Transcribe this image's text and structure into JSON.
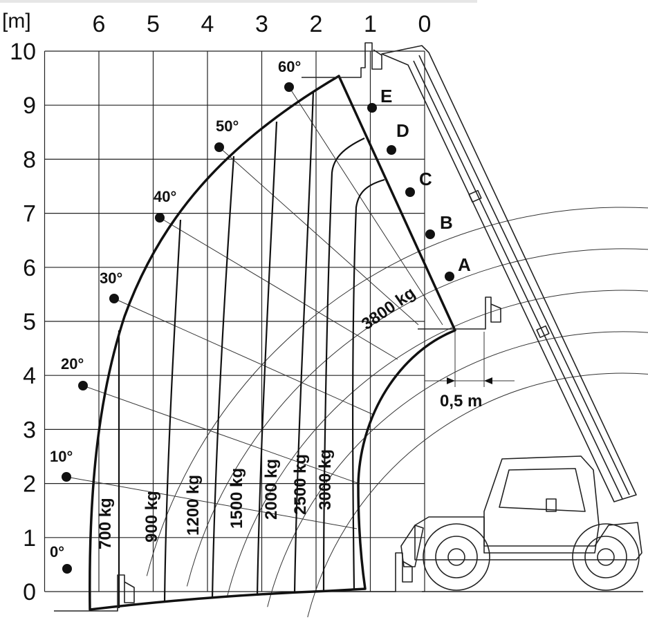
{
  "axes": {
    "x_unit": "[m]",
    "x_ticks": [
      "6",
      "5",
      "4",
      "3",
      "2",
      "1",
      "0"
    ],
    "y_ticks": [
      "10",
      "9",
      "8",
      "7",
      "6",
      "5",
      "4",
      "3",
      "2",
      "1",
      "0"
    ]
  },
  "angles": [
    "0°",
    "10°",
    "20°",
    "30°",
    "40°",
    "50°",
    "60°"
  ],
  "extension_zones": [
    "A",
    "B",
    "C",
    "D",
    "E"
  ],
  "load_zones": [
    "700 kg",
    "900 kg",
    "1200 kg",
    "1500 kg",
    "2000 kg",
    "2500 kg",
    "3000 kg",
    "3800 kg"
  ],
  "dimension": {
    "label": "0,5 m"
  }
}
